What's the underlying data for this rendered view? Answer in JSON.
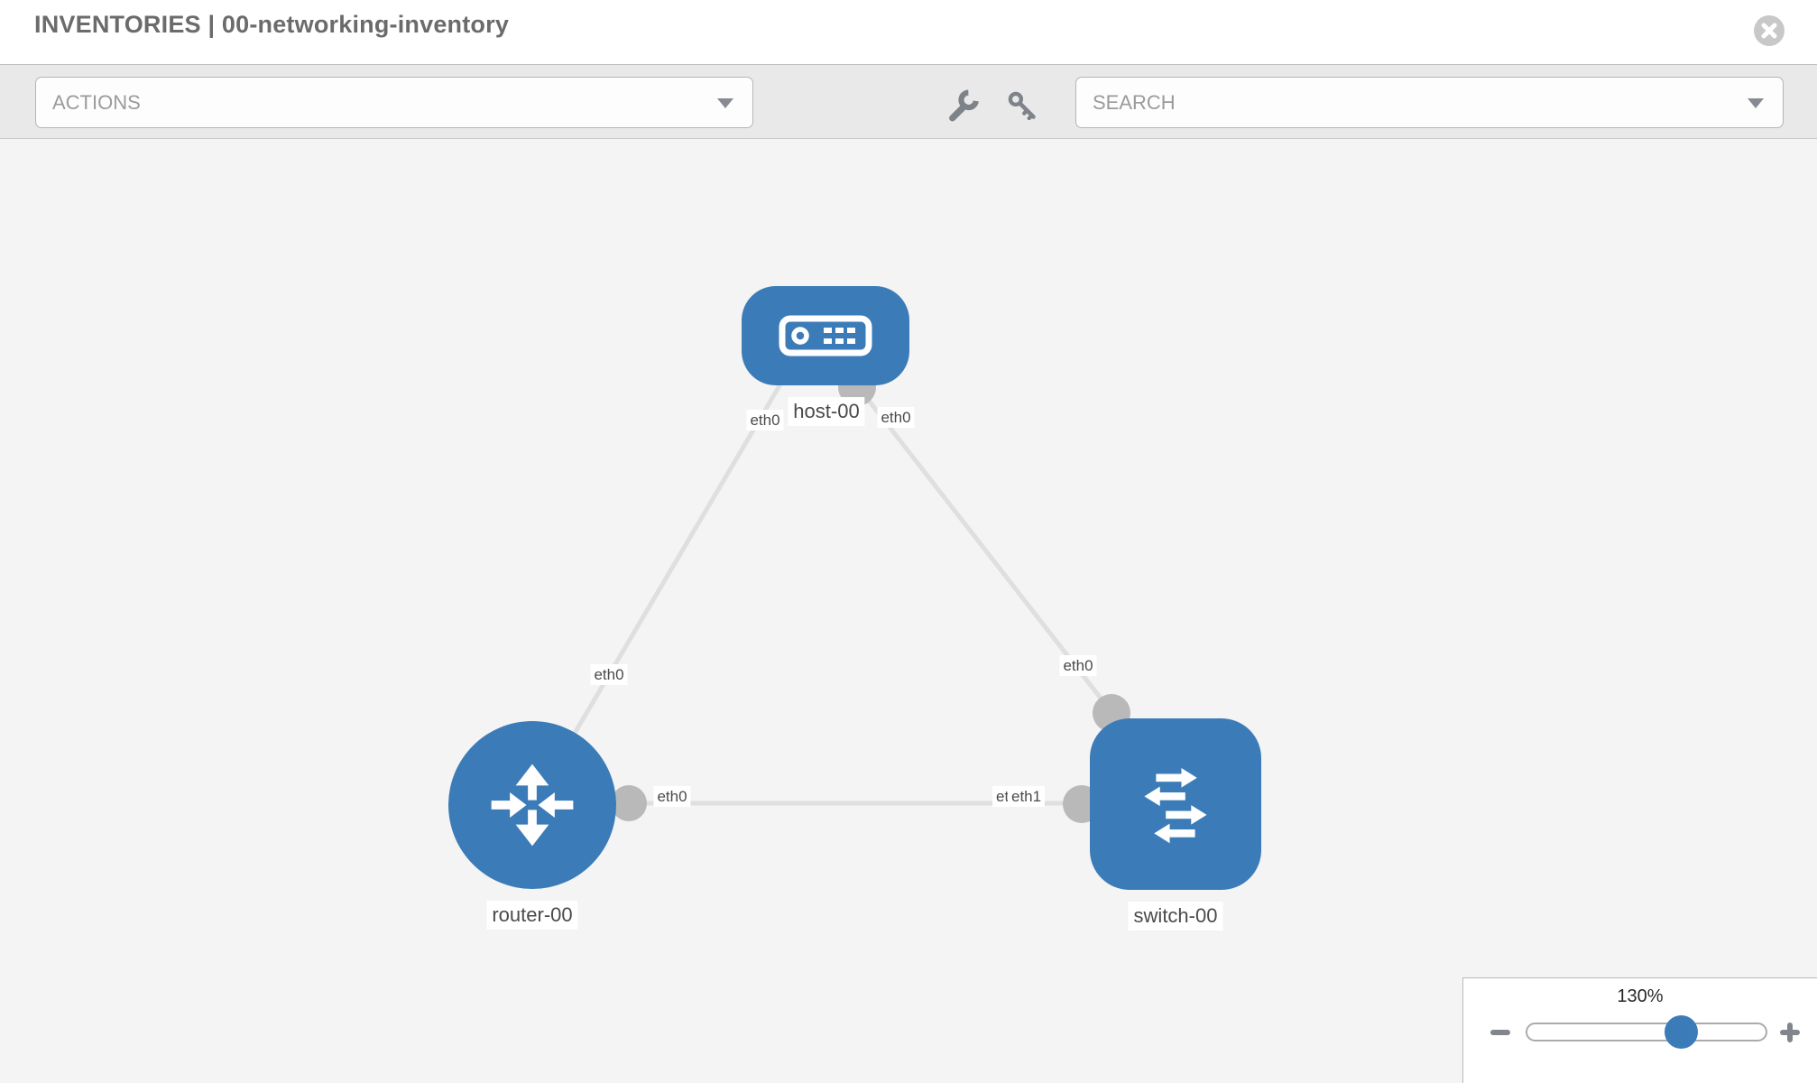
{
  "header": {
    "title": "INVENTORIES | 00-networking-inventory"
  },
  "toolbar": {
    "actions_label": "ACTIONS",
    "search_label": "SEARCH",
    "icons": [
      "wrench-icon",
      "key-icon"
    ]
  },
  "topology": {
    "nodes": [
      {
        "id": "host-00",
        "label": "host-00",
        "type": "host",
        "shape": "rounded-rect"
      },
      {
        "id": "router-00",
        "label": "router-00",
        "type": "router",
        "shape": "circle"
      },
      {
        "id": "switch-00",
        "label": "switch-00",
        "type": "switch",
        "shape": "rounded-square"
      }
    ],
    "links": [
      {
        "source": "router-00",
        "target": "host-00",
        "source_label": "eth0",
        "target_label": "eth0"
      },
      {
        "source": "host-00",
        "target": "switch-00",
        "source_label": "eth0",
        "target_label": "eth0"
      },
      {
        "source": "router-00",
        "target": "switch-00",
        "source_label": "eth0",
        "target_label": "eth1",
        "target_label_hidden": "eth0"
      }
    ]
  },
  "zoom_control": {
    "level": "130%",
    "percent": 65
  },
  "colors": {
    "node_blue": "#3b7cb8",
    "connector_gray": "#b9b9b9",
    "link_gray": "#dfdfdf",
    "canvas_bg": "#f4f4f4",
    "toolbar_bg": "#e9e9e9",
    "icon_gray": "#7e838a"
  }
}
